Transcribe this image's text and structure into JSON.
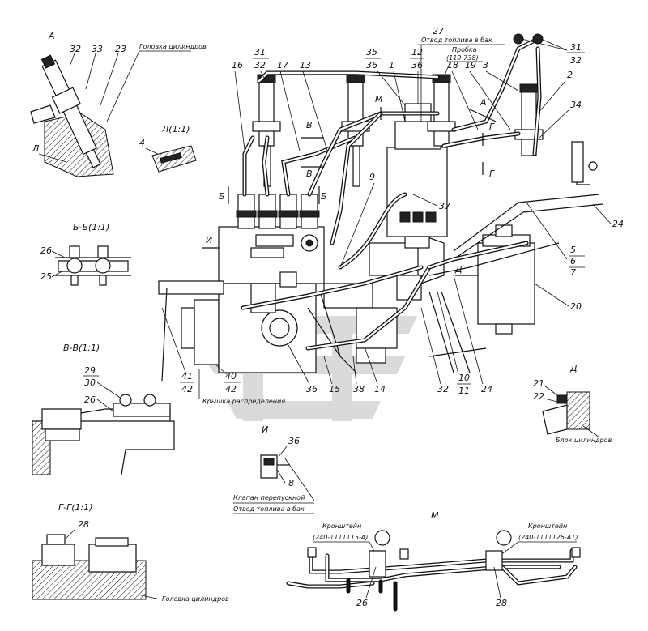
{
  "colors": {
    "ink": "#111111",
    "watermark": "#bdbdbd",
    "paper": "#ffffff"
  },
  "watermark": {
    "icon": "stylized-S-logo"
  },
  "views": {
    "A": {
      "title": "А",
      "labels": [
        "32",
        "33",
        "23"
      ],
      "note": "Головка цилиндров",
      "marker": "Л"
    },
    "L": {
      "title": "Л(1:1)",
      "labels": [
        "4"
      ]
    },
    "BB": {
      "title": "Б-Б(1:1)",
      "labels": [
        "26",
        "25"
      ]
    },
    "VV": {
      "title": "В-В(1:1)",
      "labels": [
        "29",
        "30",
        "26"
      ]
    },
    "GG": {
      "title": "Г-Г(1:1)",
      "labels": [
        "28"
      ],
      "note": "Головка цилиндров"
    },
    "D": {
      "title": "Д",
      "labels": [
        "21",
        "22"
      ],
      "note": "Блок цилиндров"
    },
    "I": {
      "title": "И",
      "labels": [
        "36",
        "8"
      ],
      "note1": "Клапан перепускной",
      "note2": "Отвод топлива в бак"
    },
    "M": {
      "title": "М",
      "labels": [
        "26",
        "28"
      ],
      "bracket1": "Кронштейн",
      "bracket1_code": "(240-1111115-А)",
      "bracket2": "Кронштейн",
      "bracket2_code": "(240-1111125-А1)"
    }
  },
  "main": {
    "top_note": "Отвод топлива в бак",
    "plug_note": "Пробка",
    "plug_code": "(119-738)",
    "gear_cover_note": "Крышка распределения",
    "section_marks": {
      "M": "М",
      "A": "А",
      "V": "В",
      "B": "Б",
      "G": "Г",
      "I": "И",
      "D": "Д"
    },
    "labels": {
      "c27": "27",
      "c31a": "31",
      "c32a": "32",
      "c16": "16",
      "c31b": "31",
      "c32b": "32",
      "c17": "17",
      "c13": "13",
      "c35": "35",
      "c36a": "36",
      "c1": "1",
      "c12": "12",
      "c36b": "36",
      "c18": "18",
      "c19": "19",
      "c3": "3",
      "c2": "2",
      "c34": "34",
      "c9": "9",
      "c37": "37",
      "c24a": "24",
      "c5": "5",
      "c6": "6",
      "c7": "7",
      "c20": "20",
      "c41": "41",
      "c42a": "42",
      "c40": "40",
      "c42b": "42",
      "c36c": "36",
      "c15": "15",
      "c38": "38",
      "c14": "14",
      "c32c": "32",
      "c10": "10",
      "c11": "11",
      "c24b": "24",
      "c31c": "31",
      "c32d": "32"
    }
  }
}
